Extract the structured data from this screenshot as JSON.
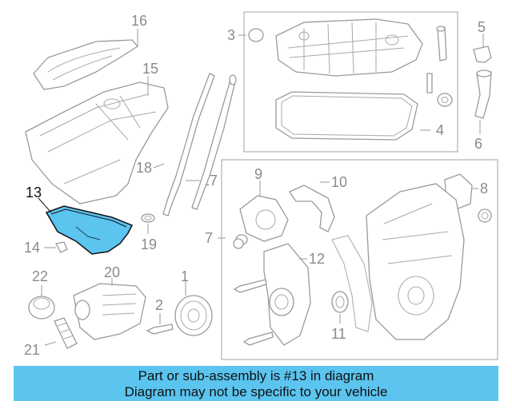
{
  "callouts": {
    "c1": "1",
    "c2": "2",
    "c3": "3",
    "c4": "4",
    "c5": "5",
    "c6": "6",
    "c7": "7",
    "c8": "8",
    "c9": "9",
    "c10": "10",
    "c11": "11",
    "c12": "12",
    "c13": "13",
    "c14": "14",
    "c15": "15",
    "c16": "16",
    "c17": "17",
    "c18": "18",
    "c19": "19",
    "c20": "20",
    "c21": "21",
    "c22": "22"
  },
  "highlight_part": "13",
  "colors": {
    "highlight_fill": "#5bc4ef",
    "banner_bg": "#5bc4ef",
    "line": "#9a9a9a"
  },
  "banner": {
    "line1": "Part or sub-assembly is #13 in diagram",
    "line2": "Diagram may not be specific to your vehicle"
  }
}
